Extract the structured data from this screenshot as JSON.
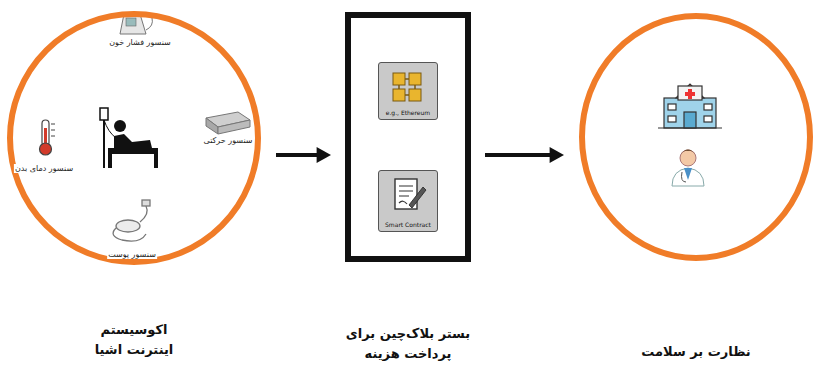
{
  "diagram": {
    "nodes": [
      {
        "text": [
          "اکوسیستم اینترنت اشیا"
        ]
      },
      {
        "text": [
          "بستر بلاک‌چین برای پرداخت هزینه"
        ]
      },
      {
        "text": [
          "e.g., Ethereum"
        ],
        "in": 1
      },
      {
        "text": [
          "Smart Contract"
        ],
        "in": 1
      },
      {
        "text": [
          "نظارت بر سلامت"
        ]
      }
    ],
    "edges": [
      {
        "from": 0,
        "to": 1,
        "arrow": "to"
      },
      {
        "from": 1,
        "to": 4,
        "arrow": "to"
      }
    ],
    "labels": [
      "سنسور فشار خون",
      "سنسور دمای بدن",
      "سنسور حرکتی",
      "سنسور پوست"
    ]
  }
}
